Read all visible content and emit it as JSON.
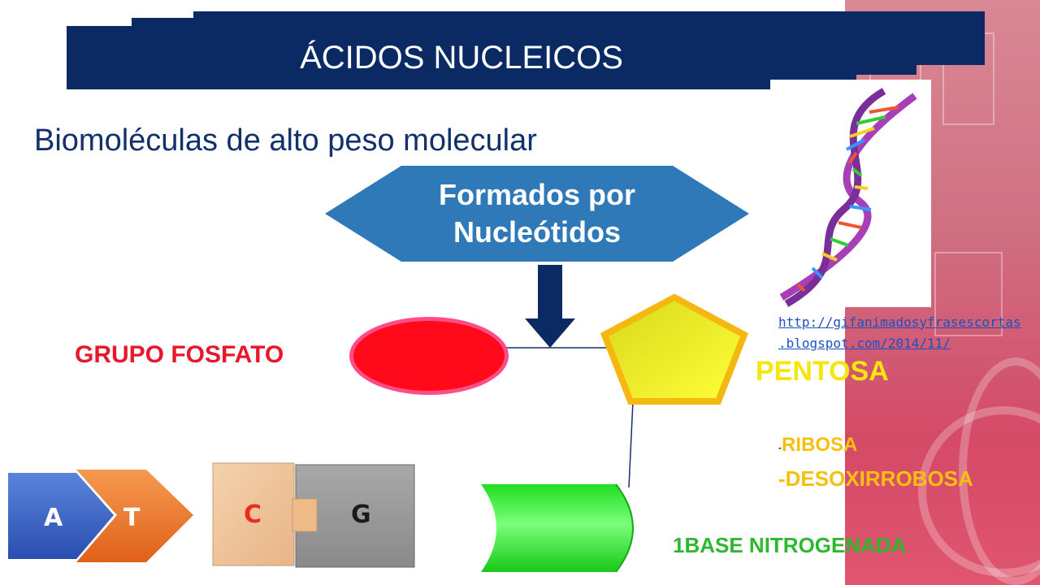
{
  "slide": {
    "title": "ÁCIDOS NUCLEICOS",
    "subtitle": "Biomoléculas de alto peso molecular"
  },
  "main_shape": {
    "line1": "Formados por",
    "line2": "Nucleótidos"
  },
  "components": {
    "phosphate_label": "GRUPO FOSFATO",
    "pentose_label": "PENTOSA",
    "ribose_prefix": "-",
    "ribose_label": "RIBOSA",
    "deoxyribose_label": "-DESOXIRROBOSA",
    "base_label": "1BASE NITROGENADA"
  },
  "image_credit": {
    "line1": "http://gifanimadosyfrasescortas",
    "line2": ".blogspot.com/2014/11/"
  },
  "bases": {
    "a": "A",
    "t": "T",
    "c": "C",
    "g": "G"
  },
  "colors": {
    "banner": "#0b2a63",
    "hexagon": "#2f79b9",
    "phosphate": "#ff0a1a",
    "pentose": "#e8e810",
    "base": "#22dd22",
    "adenine": "#3a66cc",
    "thymine": "#f07a2a",
    "cytosine": "#f5c9a0",
    "guanine": "#999999"
  }
}
